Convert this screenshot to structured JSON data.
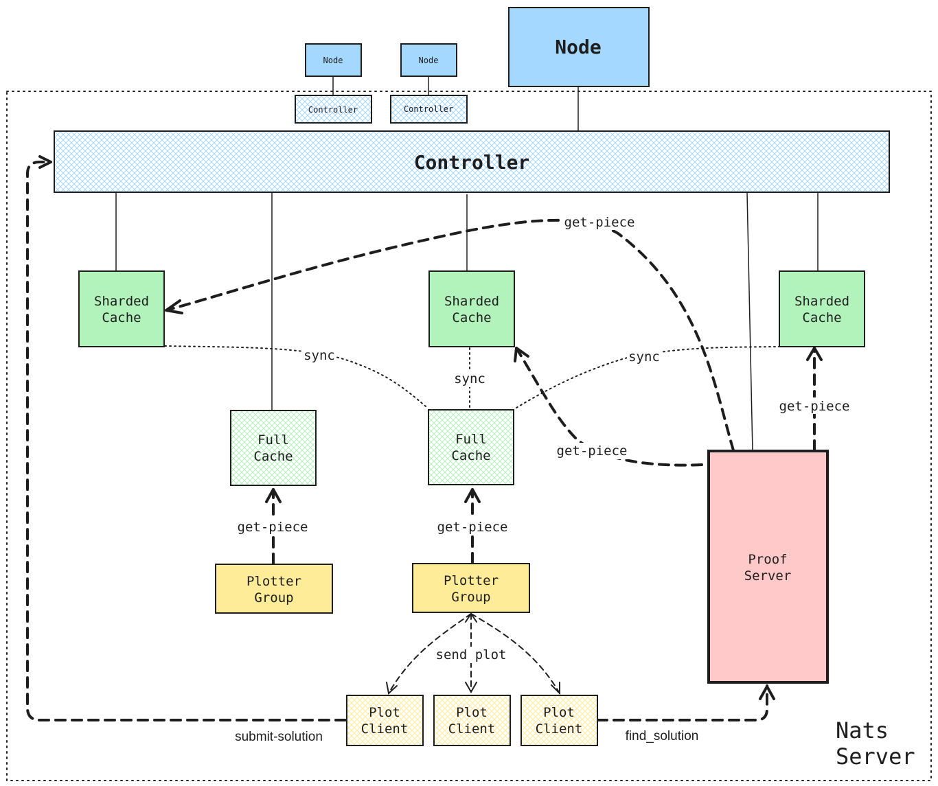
{
  "colors": {
    "node_fill": "#a5d8ff",
    "controller_fill": "#a5d8ff",
    "sharded_fill": "#b2f2bb",
    "full_cache_hatch": "#b2f2bb",
    "plotter_fill": "#ffec99",
    "plot_client_hatch": "#ffec99",
    "proof_fill": "#ffc9c9",
    "stroke": "#1e1e1e"
  },
  "nodes": {
    "node_small_1": "Node",
    "node_small_2": "Node",
    "node_large": "Node",
    "controller_small_1": "Controller",
    "controller_small_2": "Controller",
    "controller_main": "Controller",
    "sharded_cache_1": [
      "Sharded",
      "Cache"
    ],
    "sharded_cache_2": [
      "Sharded",
      "Cache"
    ],
    "sharded_cache_3": [
      "Sharded",
      "Cache"
    ],
    "full_cache_1": [
      "Full",
      "Cache"
    ],
    "full_cache_2": [
      "Full",
      "Cache"
    ],
    "plotter_group_1": [
      "Plotter",
      "Group"
    ],
    "plotter_group_2": [
      "Plotter",
      "Group"
    ],
    "plot_client_1": [
      "Plot",
      "Client"
    ],
    "plot_client_2": [
      "Plot",
      "Client"
    ],
    "plot_client_3": [
      "Plot",
      "Client"
    ],
    "proof_server": [
      "Proof",
      "Server"
    ]
  },
  "edges": {
    "get_piece_top": "get-piece",
    "get_piece_mid": "get-piece",
    "get_piece_right": "get-piece",
    "get_piece_full1": "get-piece",
    "get_piece_full2": "get-piece",
    "sync_left": "sync",
    "sync_mid": "sync",
    "sync_right": "sync",
    "send_plot": "send plot",
    "submit_solution": "submit-solution",
    "find_solution": "find_solution"
  },
  "region": {
    "nats_server": [
      "Nats",
      "Server"
    ]
  }
}
